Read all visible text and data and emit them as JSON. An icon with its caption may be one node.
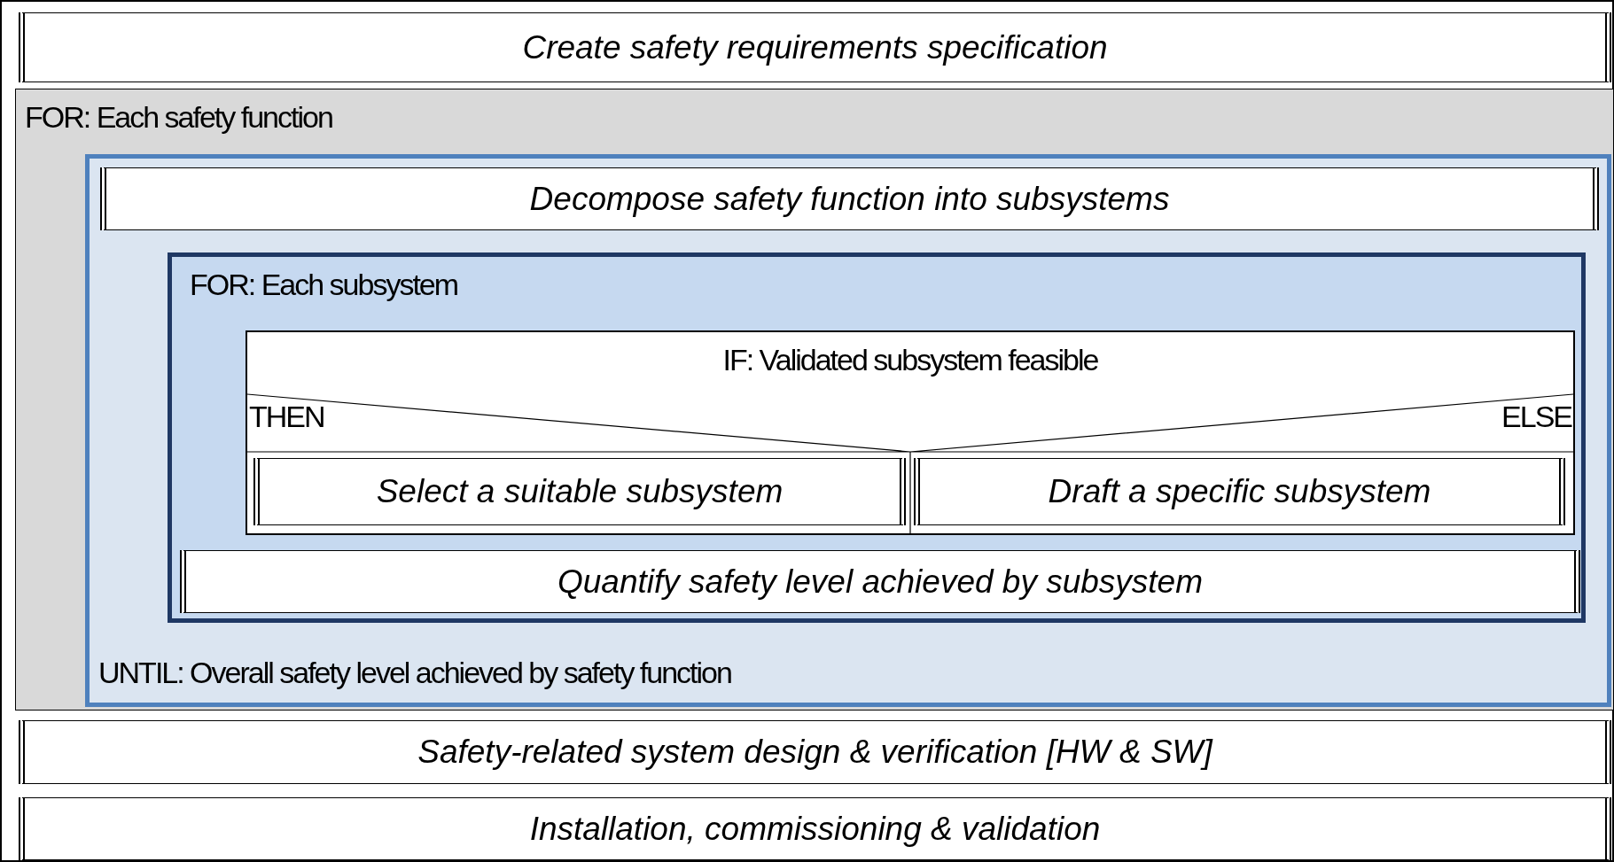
{
  "diagram": {
    "nodes": [
      {
        "text": [
          "Create safety requirements specification"
        ]
      },
      {
        "text": [
          "FOR: Each safety function"
        ]
      },
      {
        "text": [
          "UNTIL: Overall safety level achieved by safety function"
        ],
        "in": 1
      },
      {
        "text": [
          "Decompose safety function into subsystems"
        ],
        "in": 2
      },
      {
        "text": [
          "FOR: Each subsystem"
        ],
        "in": 2
      },
      {
        "text": [
          "IF: Validated subsystem feasible",
          "THEN",
          "ELSE"
        ],
        "in": 4
      },
      {
        "text": [
          "Select a suitable subsystem"
        ],
        "in": 5
      },
      {
        "text": [
          "Draft a specific subsystem"
        ],
        "in": 5
      },
      {
        "text": [
          "Quantify safety level achieved by subsystem"
        ],
        "in": 4
      },
      {
        "text": [
          "Safety-related system design & verification [HW & SW]"
        ]
      },
      {
        "text": [
          "Installation, commissioning & validation"
        ]
      }
    ]
  }
}
